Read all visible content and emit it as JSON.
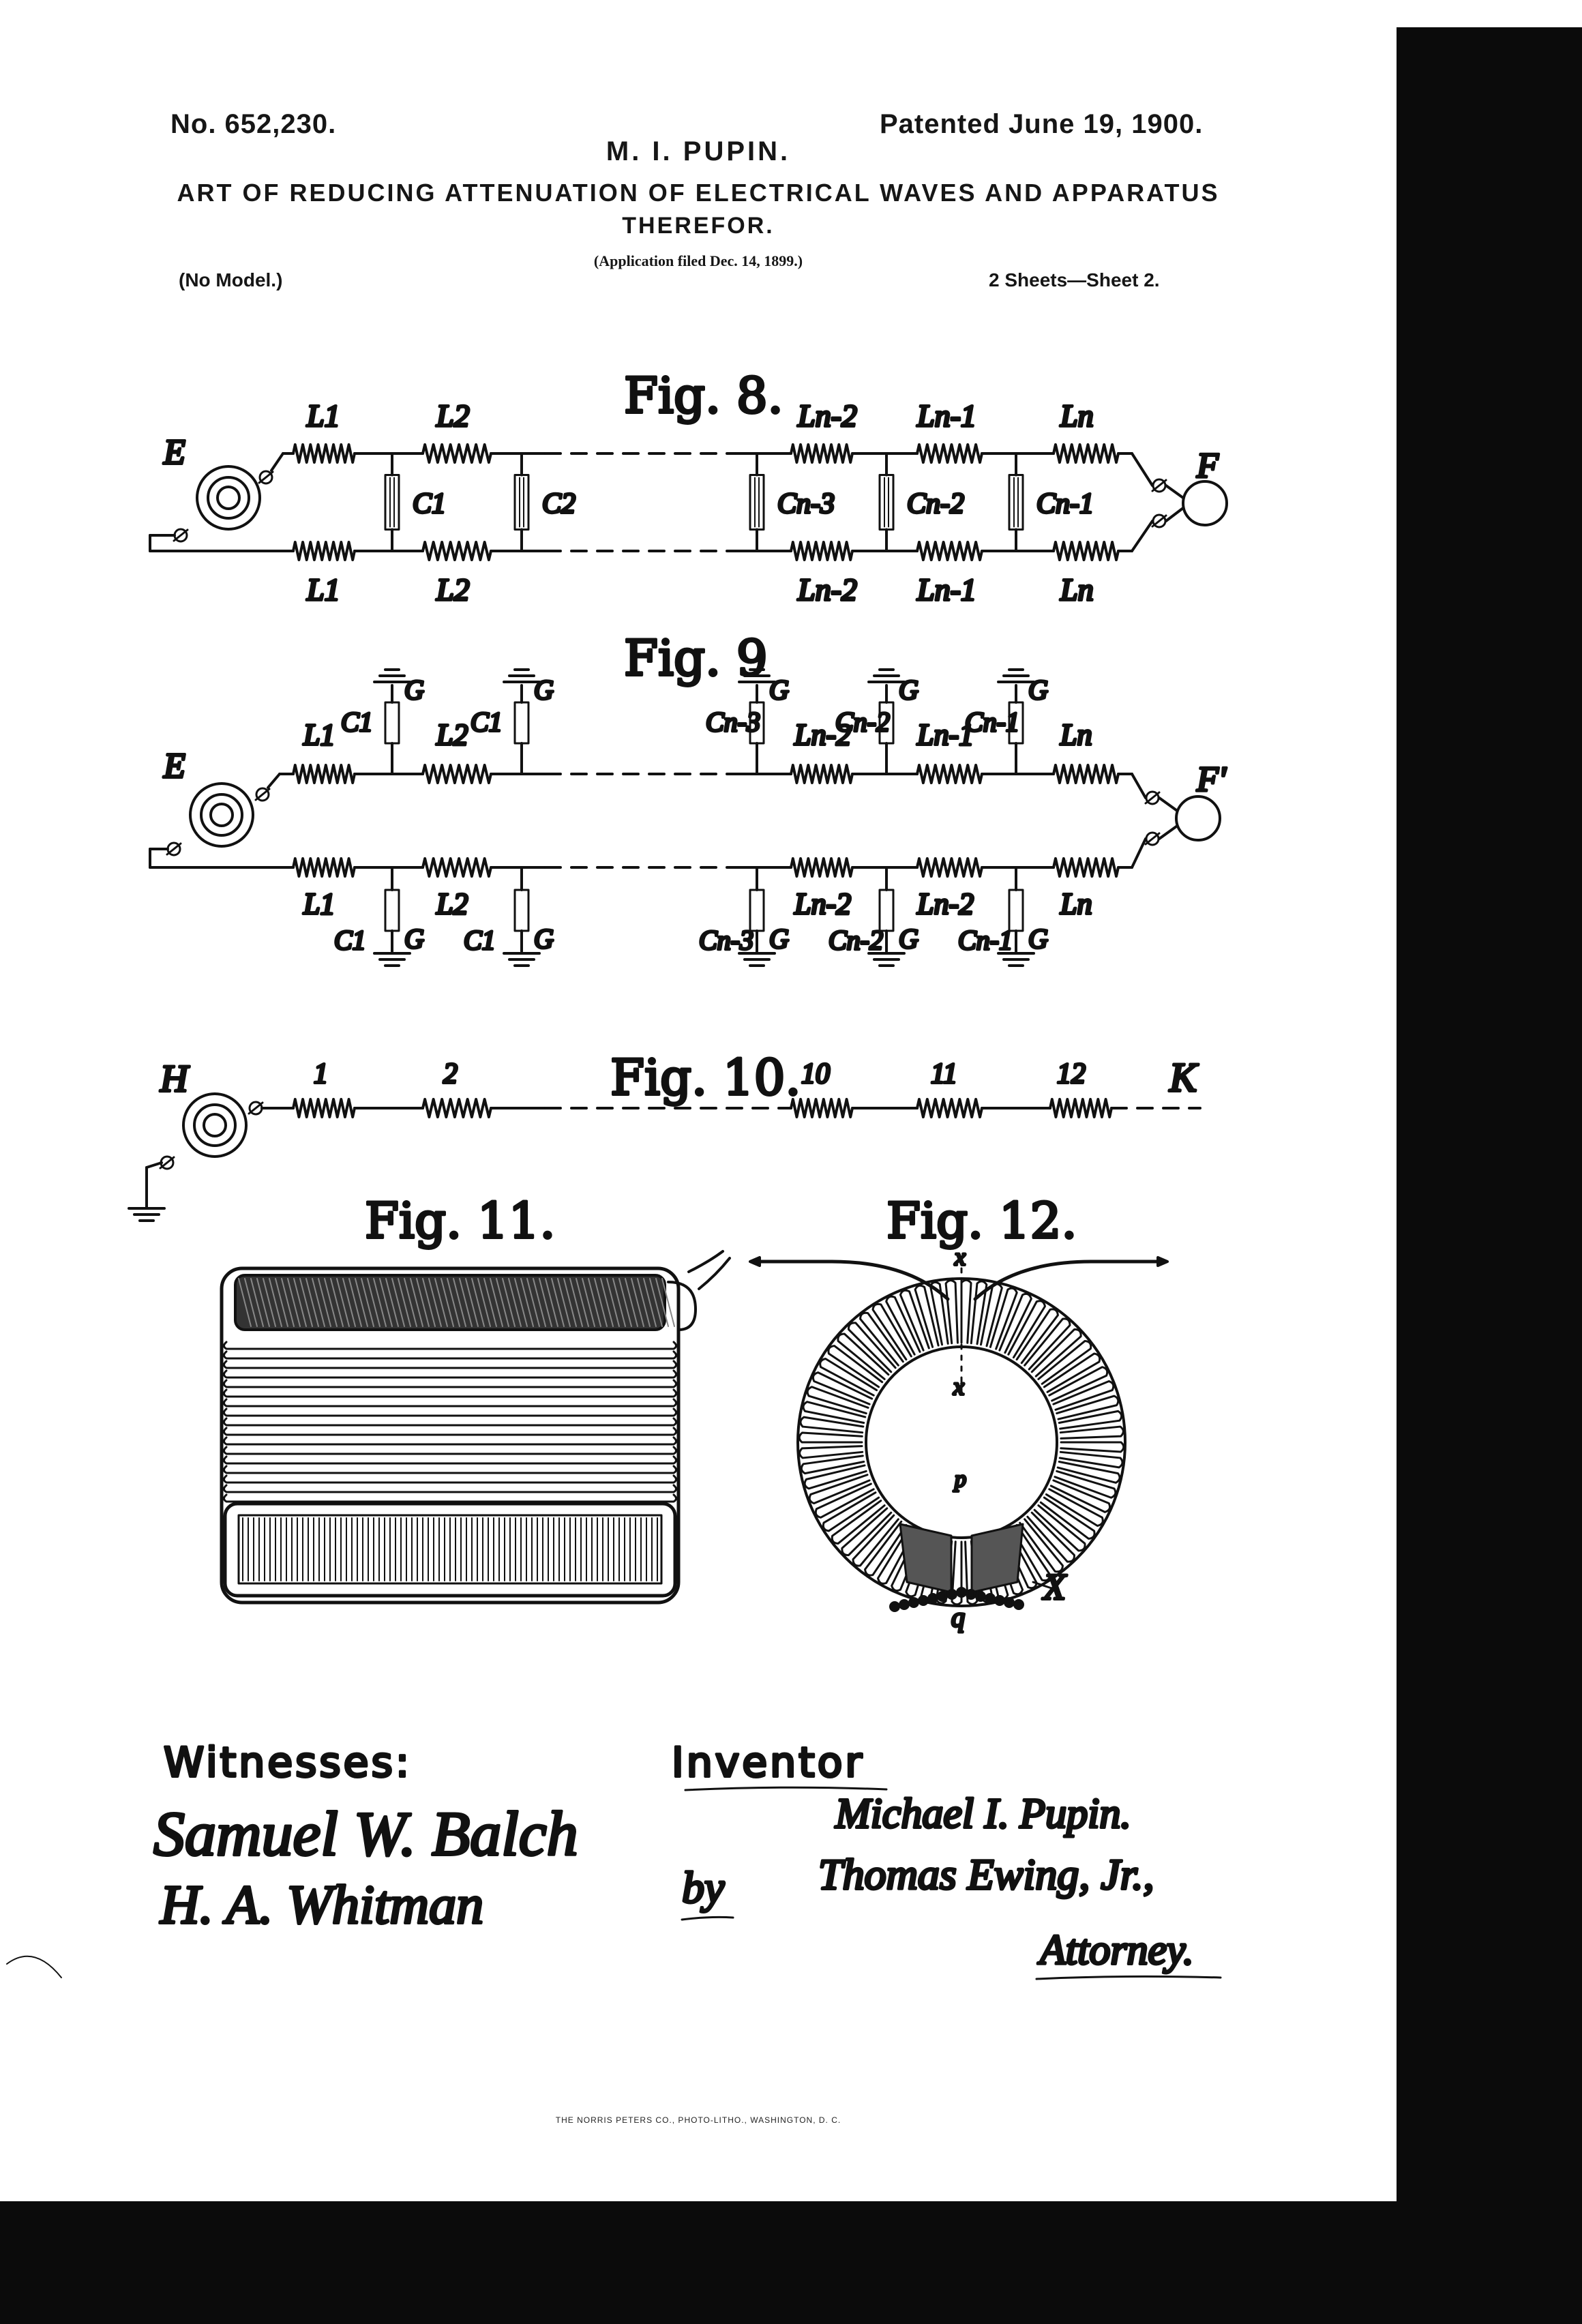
{
  "header": {
    "patent_no": "No. 652,230.",
    "patented": "Patented June 19, 1900.",
    "inventor_name": "M. I. PUPIN.",
    "title_line1": "ART OF REDUCING ATTENUATION OF ELECTRICAL WAVES AND APPARATUS",
    "title_line2": "THEREFOR.",
    "application": "(Application filed Dec. 14, 1899.)",
    "model": "(No Model.)",
    "sheets": "2 Sheets—Sheet 2."
  },
  "fig8": {
    "title": "Fig. 8.",
    "source": "E",
    "receiver": "F",
    "top_coils": [
      "L1",
      "L2",
      "Ln-2",
      "Ln-1",
      "Ln"
    ],
    "bottom_coils": [
      "L1",
      "L2",
      "Ln-2",
      "Ln-1",
      "Ln"
    ],
    "condensers": [
      "C1",
      "C2",
      "Cn-3",
      "Cn-2",
      "Cn-1"
    ]
  },
  "fig9": {
    "title": "Fig. 9",
    "source": "E",
    "receiver": "F'",
    "ground": "G",
    "top_coils": [
      "L1",
      "L2",
      "Ln-2",
      "Ln-1",
      "Ln"
    ],
    "bottom_coils": [
      "L1",
      "L2",
      "Ln-2",
      "Ln-2",
      "Ln"
    ],
    "top_condensers": [
      "C1",
      "C1",
      "Cn-3",
      "Cn-2",
      "Cn-1"
    ],
    "bottom_condensers": [
      "C1",
      "C1",
      "Cn-3",
      "Cn-2",
      "Cn-1"
    ]
  },
  "fig10": {
    "title": "Fig. 10.",
    "source": "H",
    "end": "K",
    "coils": [
      "1",
      "2",
      "10",
      "11",
      "12"
    ]
  },
  "fig11": {
    "title": "Fig. 11."
  },
  "fig12": {
    "title": "Fig. 12.",
    "labels": {
      "x_top": "x",
      "x_inner": "x",
      "p": "p",
      "q": "q",
      "X": "X"
    }
  },
  "signatures": {
    "witnesses_label": "Witnesses:",
    "witness1": "Samuel W. Balch",
    "witness2": "H. A. Whitman",
    "inventor_label": "Inventor",
    "inventor": "Michael I. Pupin.",
    "by": "by",
    "attorney_name": "Thomas Ewing, Jr.,",
    "attorney_label": "Attorney."
  },
  "footer": {
    "printer": "THE NORRIS PETERS CO., PHOTO-LITHO., WASHINGTON, D. C."
  }
}
